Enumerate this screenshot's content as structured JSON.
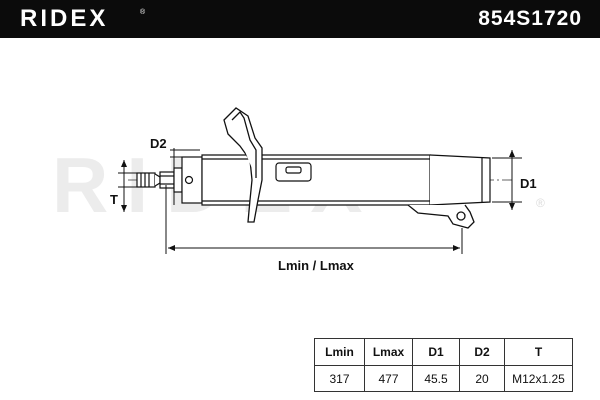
{
  "header": {
    "brand": "RIDEX",
    "brand_mark": "®",
    "part_number": "854S1720"
  },
  "watermark": {
    "text": "RIDEX",
    "mark": "®"
  },
  "drawing": {
    "labels": {
      "d2": "D2",
      "t": "T",
      "d1": "D1",
      "length": "Lmin / Lmax"
    }
  },
  "spec_table": {
    "headers": [
      "Lmin",
      "Lmax",
      "D1",
      "D2",
      "T"
    ],
    "values": [
      "317",
      "477",
      "45.5",
      "20",
      "M12x1.25"
    ]
  }
}
